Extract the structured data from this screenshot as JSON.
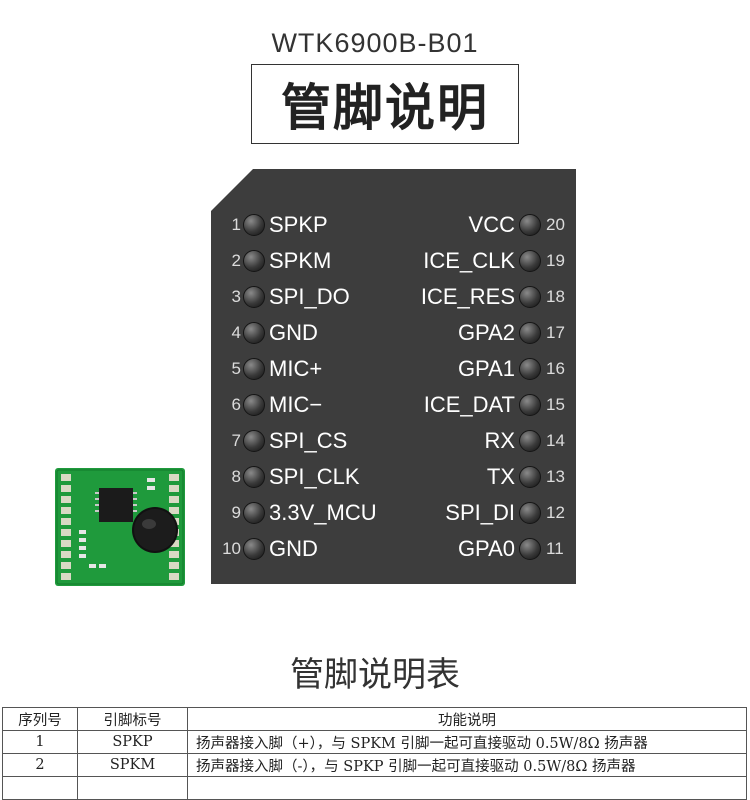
{
  "header": {
    "model": "WTK6900B-B01",
    "title": "管脚说明"
  },
  "pins": {
    "left": [
      {
        "num": "1",
        "label": "SPKP"
      },
      {
        "num": "2",
        "label": "SPKM"
      },
      {
        "num": "3",
        "label": "SPI_DO"
      },
      {
        "num": "4",
        "label": "GND"
      },
      {
        "num": "5",
        "label": "MIC+"
      },
      {
        "num": "6",
        "label": "MIC−"
      },
      {
        "num": "7",
        "label": "SPI_CS"
      },
      {
        "num": "8",
        "label": "SPI_CLK"
      },
      {
        "num": "9",
        "label": "3.3V_MCU"
      },
      {
        "num": "10",
        "label": "GND"
      }
    ],
    "right": [
      {
        "num": "20",
        "label": "VCC"
      },
      {
        "num": "19",
        "label": "ICE_CLK"
      },
      {
        "num": "18",
        "label": "ICE_RES"
      },
      {
        "num": "17",
        "label": "GPA2"
      },
      {
        "num": "16",
        "label": "GPA1"
      },
      {
        "num": "15",
        "label": "ICE_DAT"
      },
      {
        "num": "14",
        "label": "RX"
      },
      {
        "num": "13",
        "label": "TX"
      },
      {
        "num": "12",
        "label": "SPI_DI"
      },
      {
        "num": "11",
        "label": "GPA0"
      }
    ]
  },
  "table": {
    "title": "管脚说明表",
    "headers": [
      "序列号",
      "引脚标号",
      "功能说明"
    ],
    "rows": [
      {
        "no": "1",
        "pin": "SPKP",
        "desc": "扬声器接入脚（+），与 SPKM 引脚一起可直接驱动 0.5W/8Ω 扬声器"
      },
      {
        "no": "2",
        "pin": "SPKM",
        "desc": "扬声器接入脚（-），与 SPKP 引脚一起可直接驱动 0.5W/8Ω 扬声器"
      }
    ]
  },
  "colors": {
    "board": "#3d3d3d",
    "pcb": "#1f9a3c",
    "text_dark": "#222222"
  }
}
